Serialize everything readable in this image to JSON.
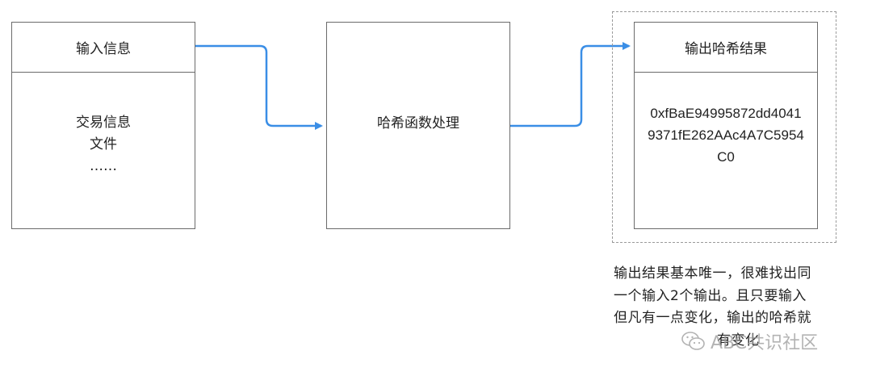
{
  "input_box": {
    "header": "输入信息",
    "lines": [
      "交易信息",
      "文件",
      "……"
    ]
  },
  "hash_box": {
    "label": "哈希函数处理"
  },
  "output_box": {
    "header": "输出哈希结果",
    "lines": [
      "0xfBaE94995872dd4041",
      "9371fE262AAc4A7C5954",
      "C0"
    ]
  },
  "note": {
    "lines": [
      "输出结果基本唯一，很难找出同",
      "一个输入2个输出。且只要输入",
      "但凡有一点变化，输出的哈希就",
      "有变化"
    ]
  },
  "watermark": {
    "icon": "wechat-icon",
    "text": "ABC共识社区"
  },
  "colors": {
    "arrow": "#3a8ee6",
    "border": "#6b6b6b",
    "dashed_border": "#9a9a9a"
  }
}
